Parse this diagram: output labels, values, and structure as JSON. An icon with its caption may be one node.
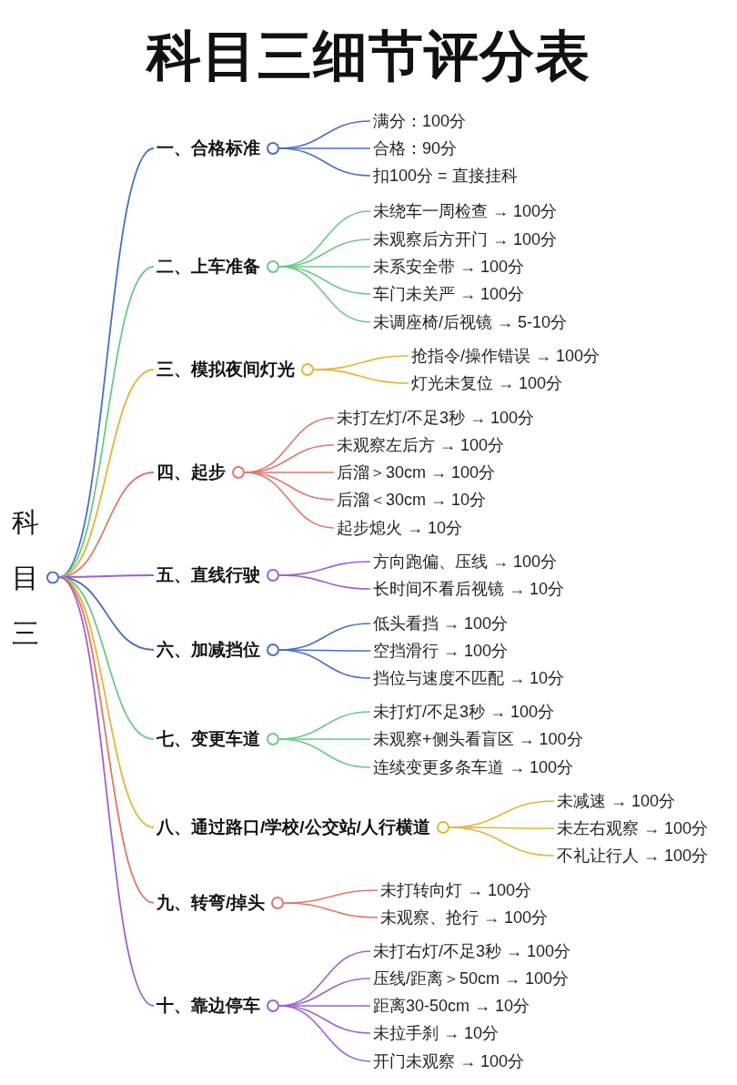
{
  "diagram": {
    "title": "科目三细节评分表",
    "nodes": [
      {
        "text": [
          "科目三"
        ]
      },
      {
        "text": [
          "一、合格标准"
        ]
      },
      {
        "text": [
          "满分：100分"
        ]
      },
      {
        "text": [
          "合格：90分"
        ]
      },
      {
        "text": [
          "扣100分 = 直接挂科"
        ]
      },
      {
        "text": [
          "二、上车准备"
        ]
      },
      {
        "text": [
          "未绕车一周检查 → 100分"
        ]
      },
      {
        "text": [
          "未观察后方开门 → 100分"
        ]
      },
      {
        "text": [
          "未系安全带 → 100分"
        ]
      },
      {
        "text": [
          "车门未关严 → 100分"
        ]
      },
      {
        "text": [
          "未调座椅/后视镜 → 5-10分"
        ]
      },
      {
        "text": [
          "三、模拟夜间灯光"
        ]
      },
      {
        "text": [
          "抢指令/操作错误 → 100分"
        ]
      },
      {
        "text": [
          "灯光未复位 → 100分"
        ]
      },
      {
        "text": [
          "四、起步"
        ]
      },
      {
        "text": [
          "未打左灯/不足3秒 → 100分"
        ]
      },
      {
        "text": [
          "未观察左后方 → 100分"
        ]
      },
      {
        "text": [
          "后溜＞30cm → 100分"
        ]
      },
      {
        "text": [
          "后溜＜30cm → 10分"
        ]
      },
      {
        "text": [
          "起步熄火 → 10分"
        ]
      },
      {
        "text": [
          "五、直线行驶"
        ]
      },
      {
        "text": [
          "方向跑偏、压线 → 100分"
        ]
      },
      {
        "text": [
          "长时间不看后视镜 → 10分"
        ]
      },
      {
        "text": [
          "六、加减挡位"
        ]
      },
      {
        "text": [
          "低头看挡 → 100分"
        ]
      },
      {
        "text": [
          "空挡滑行 → 100分"
        ]
      },
      {
        "text": [
          "挡位与速度不匹配 → 10分"
        ]
      },
      {
        "text": [
          "七、变更车道"
        ]
      },
      {
        "text": [
          "未打灯/不足3秒 → 100分"
        ]
      },
      {
        "text": [
          "未观察+侧头看盲区 → 100分"
        ]
      },
      {
        "text": [
          "连续变更多条车道 → 100分"
        ]
      },
      {
        "text": [
          "八、通过路口/学校/公交站/人行横道"
        ]
      },
      {
        "text": [
          "未减速 → 100分"
        ]
      },
      {
        "text": [
          "未左右观察 → 100分"
        ]
      },
      {
        "text": [
          "不礼让行人 → 100分"
        ]
      },
      {
        "text": [
          "九、转弯/掉头"
        ]
      },
      {
        "text": [
          "未打转向灯 → 100分"
        ]
      },
      {
        "text": [
          "未观察、抢行 → 100分"
        ]
      },
      {
        "text": [
          "十、靠边停车"
        ]
      },
      {
        "text": [
          "未打右灯/不足3秒 → 100分"
        ]
      },
      {
        "text": [
          "压线/距离＞50cm → 100分"
        ]
      },
      {
        "text": [
          "距离30-50cm → 10分"
        ]
      },
      {
        "text": [
          "未拉手刹 → 10分"
        ]
      },
      {
        "text": [
          "开门未观察 → 100分"
        ]
      }
    ],
    "edges": [
      {
        "from": 0,
        "to": 1,
        "arrow": "none",
        "color": "#4a6fc2"
      },
      {
        "from": 1,
        "to": 2,
        "arrow": "none",
        "color": "#4a6fc2"
      },
      {
        "from": 1,
        "to": 3,
        "arrow": "none",
        "color": "#4a6fc2"
      },
      {
        "from": 1,
        "to": 4,
        "arrow": "none",
        "color": "#4a6fc2"
      },
      {
        "from": 0,
        "to": 5,
        "arrow": "none",
        "color": "#6acb86"
      },
      {
        "from": 5,
        "to": 6,
        "arrow": "none",
        "color": "#6acb86"
      },
      {
        "from": 5,
        "to": 7,
        "arrow": "none",
        "color": "#6acb86"
      },
      {
        "from": 5,
        "to": 8,
        "arrow": "none",
        "color": "#6acb86"
      },
      {
        "from": 5,
        "to": 9,
        "arrow": "none",
        "color": "#6acb86"
      },
      {
        "from": 5,
        "to": 10,
        "arrow": "none",
        "color": "#6acb86"
      },
      {
        "from": 0,
        "to": 11,
        "arrow": "none",
        "color": "#e5b53a"
      },
      {
        "from": 11,
        "to": 12,
        "arrow": "none",
        "color": "#e5b53a"
      },
      {
        "from": 11,
        "to": 13,
        "arrow": "none",
        "color": "#e5b53a"
      },
      {
        "from": 0,
        "to": 14,
        "arrow": "none",
        "color": "#e0776a"
      },
      {
        "from": 14,
        "to": 15,
        "arrow": "none",
        "color": "#e0776a"
      },
      {
        "from": 14,
        "to": 16,
        "arrow": "none",
        "color": "#e0776a"
      },
      {
        "from": 14,
        "to": 17,
        "arrow": "none",
        "color": "#e0776a"
      },
      {
        "from": 14,
        "to": 18,
        "arrow": "none",
        "color": "#e0776a"
      },
      {
        "from": 14,
        "to": 19,
        "arrow": "none",
        "color": "#e0776a"
      },
      {
        "from": 0,
        "to": 20,
        "arrow": "none",
        "color": "#9d62d1"
      },
      {
        "from": 20,
        "to": 21,
        "arrow": "none",
        "color": "#9d62d1"
      },
      {
        "from": 20,
        "to": 22,
        "arrow": "none",
        "color": "#9d62d1"
      },
      {
        "from": 0,
        "to": 23,
        "arrow": "none",
        "color": "#4a6fc2"
      },
      {
        "from": 23,
        "to": 24,
        "arrow": "none",
        "color": "#4a6fc2"
      },
      {
        "from": 23,
        "to": 25,
        "arrow": "none",
        "color": "#4a6fc2"
      },
      {
        "from": 23,
        "to": 26,
        "arrow": "none",
        "color": "#4a6fc2"
      },
      {
        "from": 0,
        "to": 27,
        "arrow": "none",
        "color": "#6acb86"
      },
      {
        "from": 27,
        "to": 28,
        "arrow": "none",
        "color": "#6acb86"
      },
      {
        "from": 27,
        "to": 29,
        "arrow": "none",
        "color": "#6acb86"
      },
      {
        "from": 27,
        "to": 30,
        "arrow": "none",
        "color": "#6acb86"
      },
      {
        "from": 0,
        "to": 31,
        "arrow": "none",
        "color": "#e5b53a"
      },
      {
        "from": 31,
        "to": 32,
        "arrow": "none",
        "color": "#e5b53a"
      },
      {
        "from": 31,
        "to": 33,
        "arrow": "none",
        "color": "#e5b53a"
      },
      {
        "from": 31,
        "to": 34,
        "arrow": "none",
        "color": "#e5b53a"
      },
      {
        "from": 0,
        "to": 35,
        "arrow": "none",
        "color": "#e0776a"
      },
      {
        "from": 35,
        "to": 36,
        "arrow": "none",
        "color": "#e0776a"
      },
      {
        "from": 35,
        "to": 37,
        "arrow": "none",
        "color": "#e0776a"
      },
      {
        "from": 0,
        "to": 38,
        "arrow": "none",
        "color": "#9d62d1"
      },
      {
        "from": 38,
        "to": 39,
        "arrow": "none",
        "color": "#9d62d1"
      },
      {
        "from": 38,
        "to": 40,
        "arrow": "none",
        "color": "#9d62d1"
      },
      {
        "from": 38,
        "to": 41,
        "arrow": "none",
        "color": "#9d62d1"
      },
      {
        "from": 38,
        "to": 42,
        "arrow": "none",
        "color": "#9d62d1"
      },
      {
        "from": 38,
        "to": 43,
        "arrow": "none",
        "color": "#9d62d1"
      }
    ]
  }
}
